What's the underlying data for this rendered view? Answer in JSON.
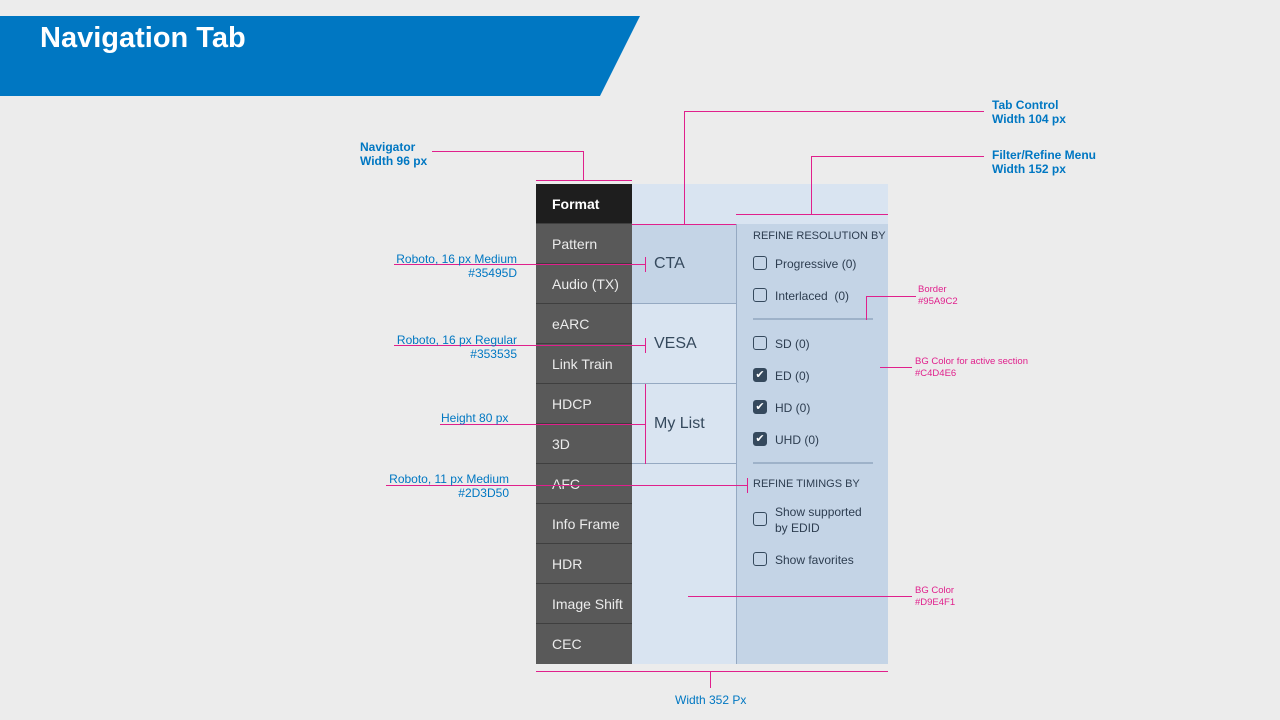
{
  "header": {
    "title": "Navigation Tab"
  },
  "navigator": {
    "items": [
      {
        "label": "Format",
        "active": true
      },
      {
        "label": "Pattern"
      },
      {
        "label": "Audio (TX)"
      },
      {
        "label": "eARC"
      },
      {
        "label": "Link Train"
      },
      {
        "label": "HDCP"
      },
      {
        "label": "3D"
      },
      {
        "label": "AFC"
      },
      {
        "label": "Info Frame"
      },
      {
        "label": "HDR"
      },
      {
        "label": "Image Shift"
      },
      {
        "label": "CEC"
      }
    ]
  },
  "tab_control": {
    "tabs": [
      {
        "label": "CTA",
        "active": true
      },
      {
        "label": "VESA"
      },
      {
        "label": "My List"
      }
    ]
  },
  "filter_menu": {
    "resolution_heading": "REFINE RESOLUTION BY",
    "scan": [
      {
        "label": "Progressive (0)",
        "checked": false
      },
      {
        "label": "Interlaced  (0)",
        "checked": false
      }
    ],
    "definition": [
      {
        "label": "SD (0)",
        "checked": false
      },
      {
        "label": "ED (0)",
        "checked": true
      },
      {
        "label": "HD (0)",
        "checked": true
      },
      {
        "label": "UHD (0)",
        "checked": true
      }
    ],
    "timings_heading": "REFINE TIMINGS BY",
    "timings": [
      {
        "label": "Show supported by EDID",
        "checked": false
      },
      {
        "label": "Show favorites",
        "checked": false
      }
    ]
  },
  "annotations": {
    "tab_control": [
      "Tab Control",
      "Width 104 px"
    ],
    "filter_menu": [
      "Filter/Refine Menu",
      "Width 152 px"
    ],
    "navigator": [
      "Navigator",
      "Width 96 px"
    ],
    "font_medium_16": [
      "Roboto, 16 px Medium",
      "#35495D"
    ],
    "font_regular_16": [
      "Roboto, 16 px Regular",
      "#353535"
    ],
    "height": "Height 80 px",
    "font_medium_11": [
      "Roboto, 11 px Medium",
      "#2D3D50"
    ],
    "border": [
      "Border",
      "#95A9C2"
    ],
    "active_bg": [
      "BG Color for active section",
      "#C4D4E6"
    ],
    "bg": [
      "BG Color",
      "#D9E4F1"
    ],
    "width": "Width 352 Px"
  },
  "colors": {
    "accent": "#0077C2",
    "annotation": "#E0208C",
    "active_bg": "#C4D4E6",
    "bg": "#D9E4F1",
    "border": "#95A9C2"
  }
}
